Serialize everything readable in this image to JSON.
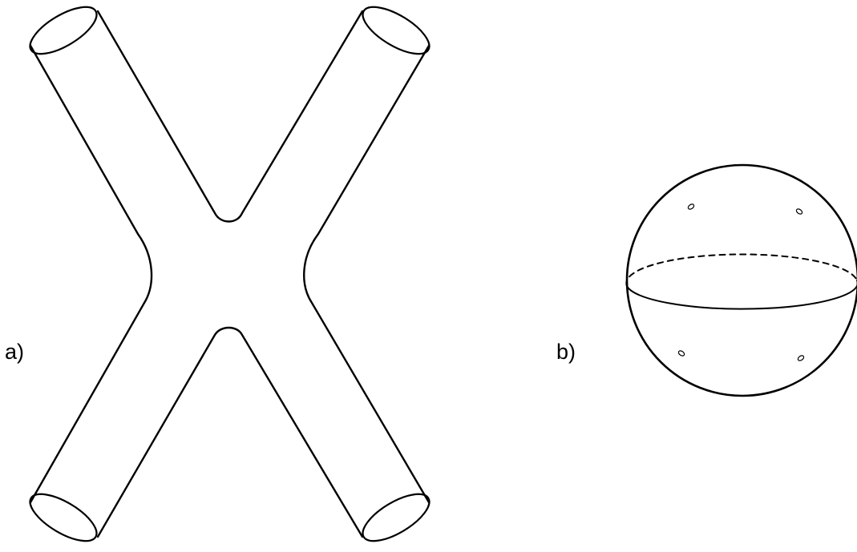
{
  "panels": [
    {
      "label": "a)",
      "figure": "four-tube-surface"
    },
    {
      "label": "b)",
      "figure": "sphere-with-four-punctures"
    }
  ],
  "colors": {
    "stroke": "#000000",
    "background": "#ffffff"
  }
}
